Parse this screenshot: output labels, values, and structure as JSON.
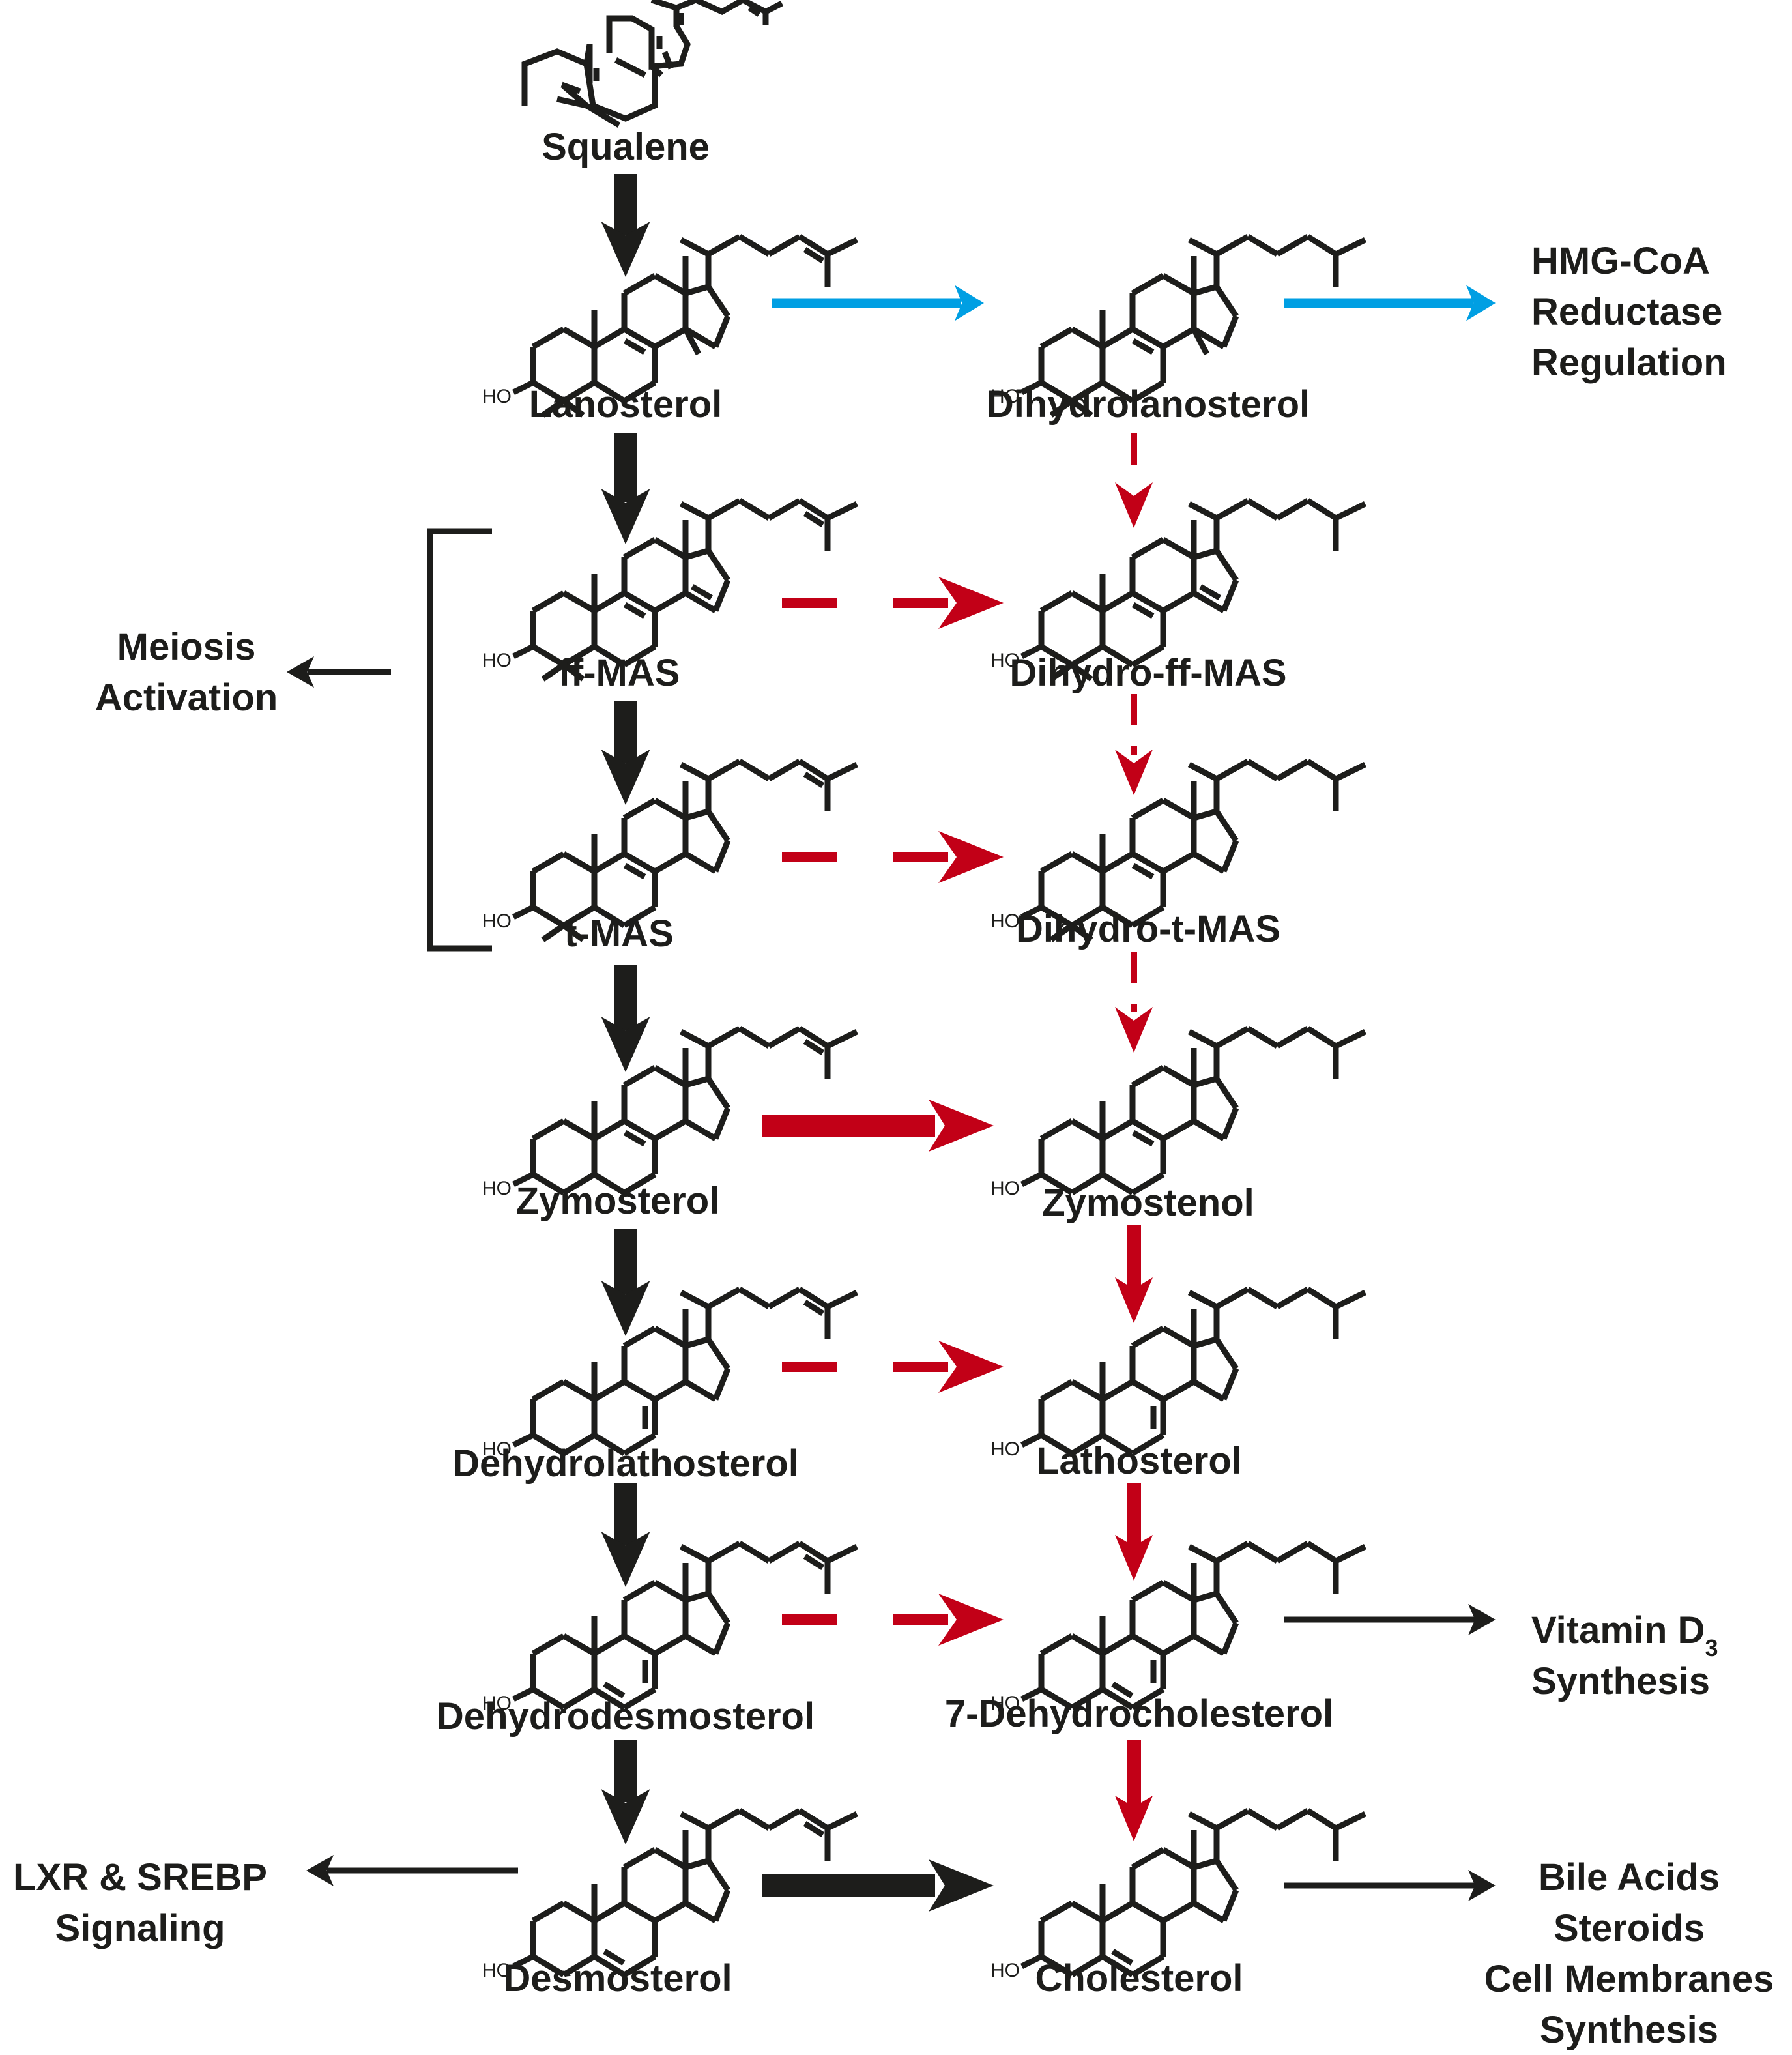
{
  "colors": {
    "ink": "#1d1d1b",
    "red": "#c20017",
    "blue": "#009fe3"
  },
  "compounds": [
    {
      "id": "squalene",
      "name": "Squalene",
      "skeleton": "squalene"
    },
    {
      "id": "lanosterol",
      "name": "Lanosterol",
      "skeleton": "sterol",
      "ho_label": "HO",
      "dimethyl4": true,
      "methyl14": true,
      "d8": true,
      "d14": false,
      "d7": false,
      "d5": false,
      "d24": true
    },
    {
      "id": "ff-mas",
      "name": "ff-MAS",
      "skeleton": "sterol",
      "ho_label": "HO",
      "dimethyl4": true,
      "methyl14": false,
      "d8": true,
      "d14": true,
      "d7": false,
      "d5": false,
      "d24": true
    },
    {
      "id": "t-mas",
      "name": "t-MAS",
      "skeleton": "sterol",
      "ho_label": "HO",
      "dimethyl4": true,
      "methyl14": false,
      "d8": true,
      "d14": false,
      "d7": false,
      "d5": false,
      "d24": true
    },
    {
      "id": "zymosterol",
      "name": "Zymosterol",
      "skeleton": "sterol",
      "ho_label": "HO",
      "dimethyl4": false,
      "methyl14": false,
      "d8": true,
      "d14": false,
      "d7": false,
      "d5": false,
      "d24": true
    },
    {
      "id": "dehydrolathosterol",
      "name": "Dehydrolathosterol",
      "skeleton": "sterol",
      "ho_label": "HO",
      "dimethyl4": false,
      "methyl14": false,
      "d8": false,
      "d14": false,
      "d7": true,
      "d5": false,
      "d24": true
    },
    {
      "id": "dehydrodesmosterol",
      "name": "Dehydrodesmosterol",
      "skeleton": "sterol",
      "ho_label": "HO",
      "dimethyl4": false,
      "methyl14": false,
      "d8": false,
      "d14": false,
      "d7": true,
      "d5": true,
      "d24": true
    },
    {
      "id": "desmosterol",
      "name": "Desmosterol",
      "skeleton": "sterol",
      "ho_label": "HO",
      "dimethyl4": false,
      "methyl14": false,
      "d8": false,
      "d14": false,
      "d7": false,
      "d5": true,
      "d24": true
    },
    {
      "id": "dihydrolanosterol",
      "name": "Dihydrolanosterol",
      "skeleton": "sterol",
      "ho_label": "HO",
      "dimethyl4": true,
      "methyl14": true,
      "d8": true,
      "d14": false,
      "d7": false,
      "d5": false,
      "d24": false
    },
    {
      "id": "dihydro-ff-mas",
      "name": "Dihydro-ff-MAS",
      "skeleton": "sterol",
      "ho_label": "HO",
      "dimethyl4": true,
      "methyl14": false,
      "d8": true,
      "d14": true,
      "d7": false,
      "d5": false,
      "d24": false
    },
    {
      "id": "dihydro-t-mas",
      "name": "Dihydro-t-MAS",
      "skeleton": "sterol",
      "ho_label": "HO",
      "dimethyl4": true,
      "methyl14": false,
      "d8": true,
      "d14": false,
      "d7": false,
      "d5": false,
      "d24": false
    },
    {
      "id": "zymostenol",
      "name": "Zymostenol",
      "skeleton": "sterol",
      "ho_label": "HO",
      "dimethyl4": false,
      "methyl14": false,
      "d8": true,
      "d14": false,
      "d7": false,
      "d5": false,
      "d24": false
    },
    {
      "id": "lathosterol",
      "name": "Lathosterol",
      "skeleton": "sterol",
      "ho_label": "HO",
      "dimethyl4": false,
      "methyl14": false,
      "d8": false,
      "d14": false,
      "d7": true,
      "d5": false,
      "d24": false
    },
    {
      "id": "7-dehydrocholesterol",
      "name": "7-Dehydrocholesterol",
      "skeleton": "sterol",
      "ho_label": "HO",
      "dimethyl4": false,
      "methyl14": false,
      "d8": false,
      "d14": false,
      "d7": true,
      "d5": true,
      "d24": false
    },
    {
      "id": "cholesterol",
      "name": "Cholesterol",
      "skeleton": "sterol",
      "ho_label": "HO",
      "dimethyl4": false,
      "methyl14": false,
      "d8": false,
      "d14": false,
      "d7": false,
      "d5": true,
      "d24": false
    }
  ],
  "reactions": [
    {
      "from": "squalene",
      "to": "lanosterol",
      "style": "thick-black"
    },
    {
      "from": "lanosterol",
      "to": "ff-mas",
      "style": "thick-black"
    },
    {
      "from": "ff-mas",
      "to": "t-mas",
      "style": "thick-black"
    },
    {
      "from": "t-mas",
      "to": "zymosterol",
      "style": "thick-black"
    },
    {
      "from": "zymosterol",
      "to": "dehydrolathosterol",
      "style": "thick-black"
    },
    {
      "from": "dehydrolathosterol",
      "to": "dehydrodesmosterol",
      "style": "thick-black"
    },
    {
      "from": "dehydrodesmosterol",
      "to": "desmosterol",
      "style": "thick-black"
    },
    {
      "from": "desmosterol",
      "to": "cholesterol",
      "style": "thick-black"
    },
    {
      "from": "lanosterol",
      "to": "dihydrolanosterol",
      "style": "blue"
    },
    {
      "from": "dihydrolanosterol",
      "to": "dihydro-ff-mas",
      "style": "red-dashed"
    },
    {
      "from": "dihydro-ff-mas",
      "to": "dihydro-t-mas",
      "style": "red-dashed"
    },
    {
      "from": "dihydro-t-mas",
      "to": "zymostenol",
      "style": "red-dashed"
    },
    {
      "from": "ff-mas",
      "to": "dihydro-ff-mas",
      "style": "red-dashed"
    },
    {
      "from": "t-mas",
      "to": "dihydro-t-mas",
      "style": "red-dashed"
    },
    {
      "from": "zymosterol",
      "to": "zymostenol",
      "style": "thick-red"
    },
    {
      "from": "zymostenol",
      "to": "lathosterol",
      "style": "red"
    },
    {
      "from": "dehydrolathosterol",
      "to": "lathosterol",
      "style": "red-dashed"
    },
    {
      "from": "lathosterol",
      "to": "7-dehydrocholesterol",
      "style": "red"
    },
    {
      "from": "dehydrodesmosterol",
      "to": "7-dehydrocholesterol",
      "style": "red-dashed"
    },
    {
      "from": "7-dehydrocholesterol",
      "to": "cholesterol",
      "style": "red"
    }
  ],
  "outcomes": {
    "hmgcoa": {
      "lines": [
        "HMG-CoA",
        "Reductase",
        "Regulation"
      ],
      "style": "blue"
    },
    "meiosis": {
      "lines": [
        "Meiosis",
        "Activation"
      ]
    },
    "vitd": {
      "line1": "Vitamin  D",
      "subscript": "3",
      "line2": "Synthesis"
    },
    "lxr": {
      "lines": [
        "LXR & SREBP",
        "Signaling"
      ]
    },
    "bile": {
      "lines": [
        "Bile Acids",
        "Steroids",
        "Cell Membranes",
        "Synthesis"
      ]
    }
  }
}
